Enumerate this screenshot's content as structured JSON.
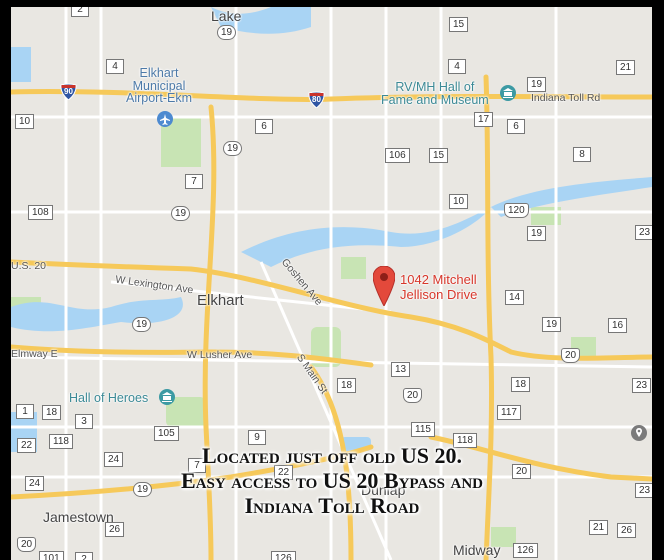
{
  "map": {
    "places": [
      "Lake",
      "Elkhart",
      "Jamestown",
      "Midway",
      "Dunlap"
    ],
    "addresses": [
      "1042 Mitchell",
      "Jellison Drive"
    ],
    "airport": [
      "Elkhart",
      "Municipal",
      "Airport-Ekm"
    ],
    "rv_hall": [
      "RV/MH Hall of",
      "Fame and Museum"
    ],
    "hall_of_heroes": "Hall of Heroes",
    "streets": {
      "toll_rd": "Indiana Toll Rd",
      "lexington": "W Lexington Ave",
      "goshen": "Goshen Ave",
      "lusher": "W Lusher Ave",
      "main": "S Main St",
      "us20": "U.S. 20",
      "elmway": "Elmway E"
    },
    "interstates": [
      "90",
      "80"
    ],
    "shields": [
      "2",
      "15",
      "4",
      "21",
      "19",
      "19",
      "4",
      "17",
      "6",
      "10",
      "6",
      "19",
      "106",
      "15",
      "8",
      "7",
      "108",
      "19",
      "10",
      "120",
      "19",
      "23",
      "14",
      "19",
      "19",
      "16",
      "20",
      "13",
      "18",
      "18",
      "23",
      "20",
      "1",
      "18",
      "3",
      "117",
      "115",
      "118",
      "22",
      "118",
      "105",
      "9",
      "24",
      "7",
      "22",
      "20",
      "24",
      "19",
      "23",
      "26",
      "21",
      "26",
      "20",
      "101",
      "2",
      "126",
      "126"
    ],
    "icons": {
      "pin": "map-pin-icon",
      "airport": "airplane-icon",
      "museum": "museum-icon",
      "place": "place-marker-icon"
    },
    "colors": {
      "highway": "#f6c95a",
      "water": "#a9d4f4",
      "park": "#c8e4b4",
      "pin": "#e3493b"
    }
  },
  "caption": {
    "line1": "Located just off old US 20.",
    "line2": "Easy access to US 20 Bypass and",
    "line3": "Indiana Toll Road"
  }
}
